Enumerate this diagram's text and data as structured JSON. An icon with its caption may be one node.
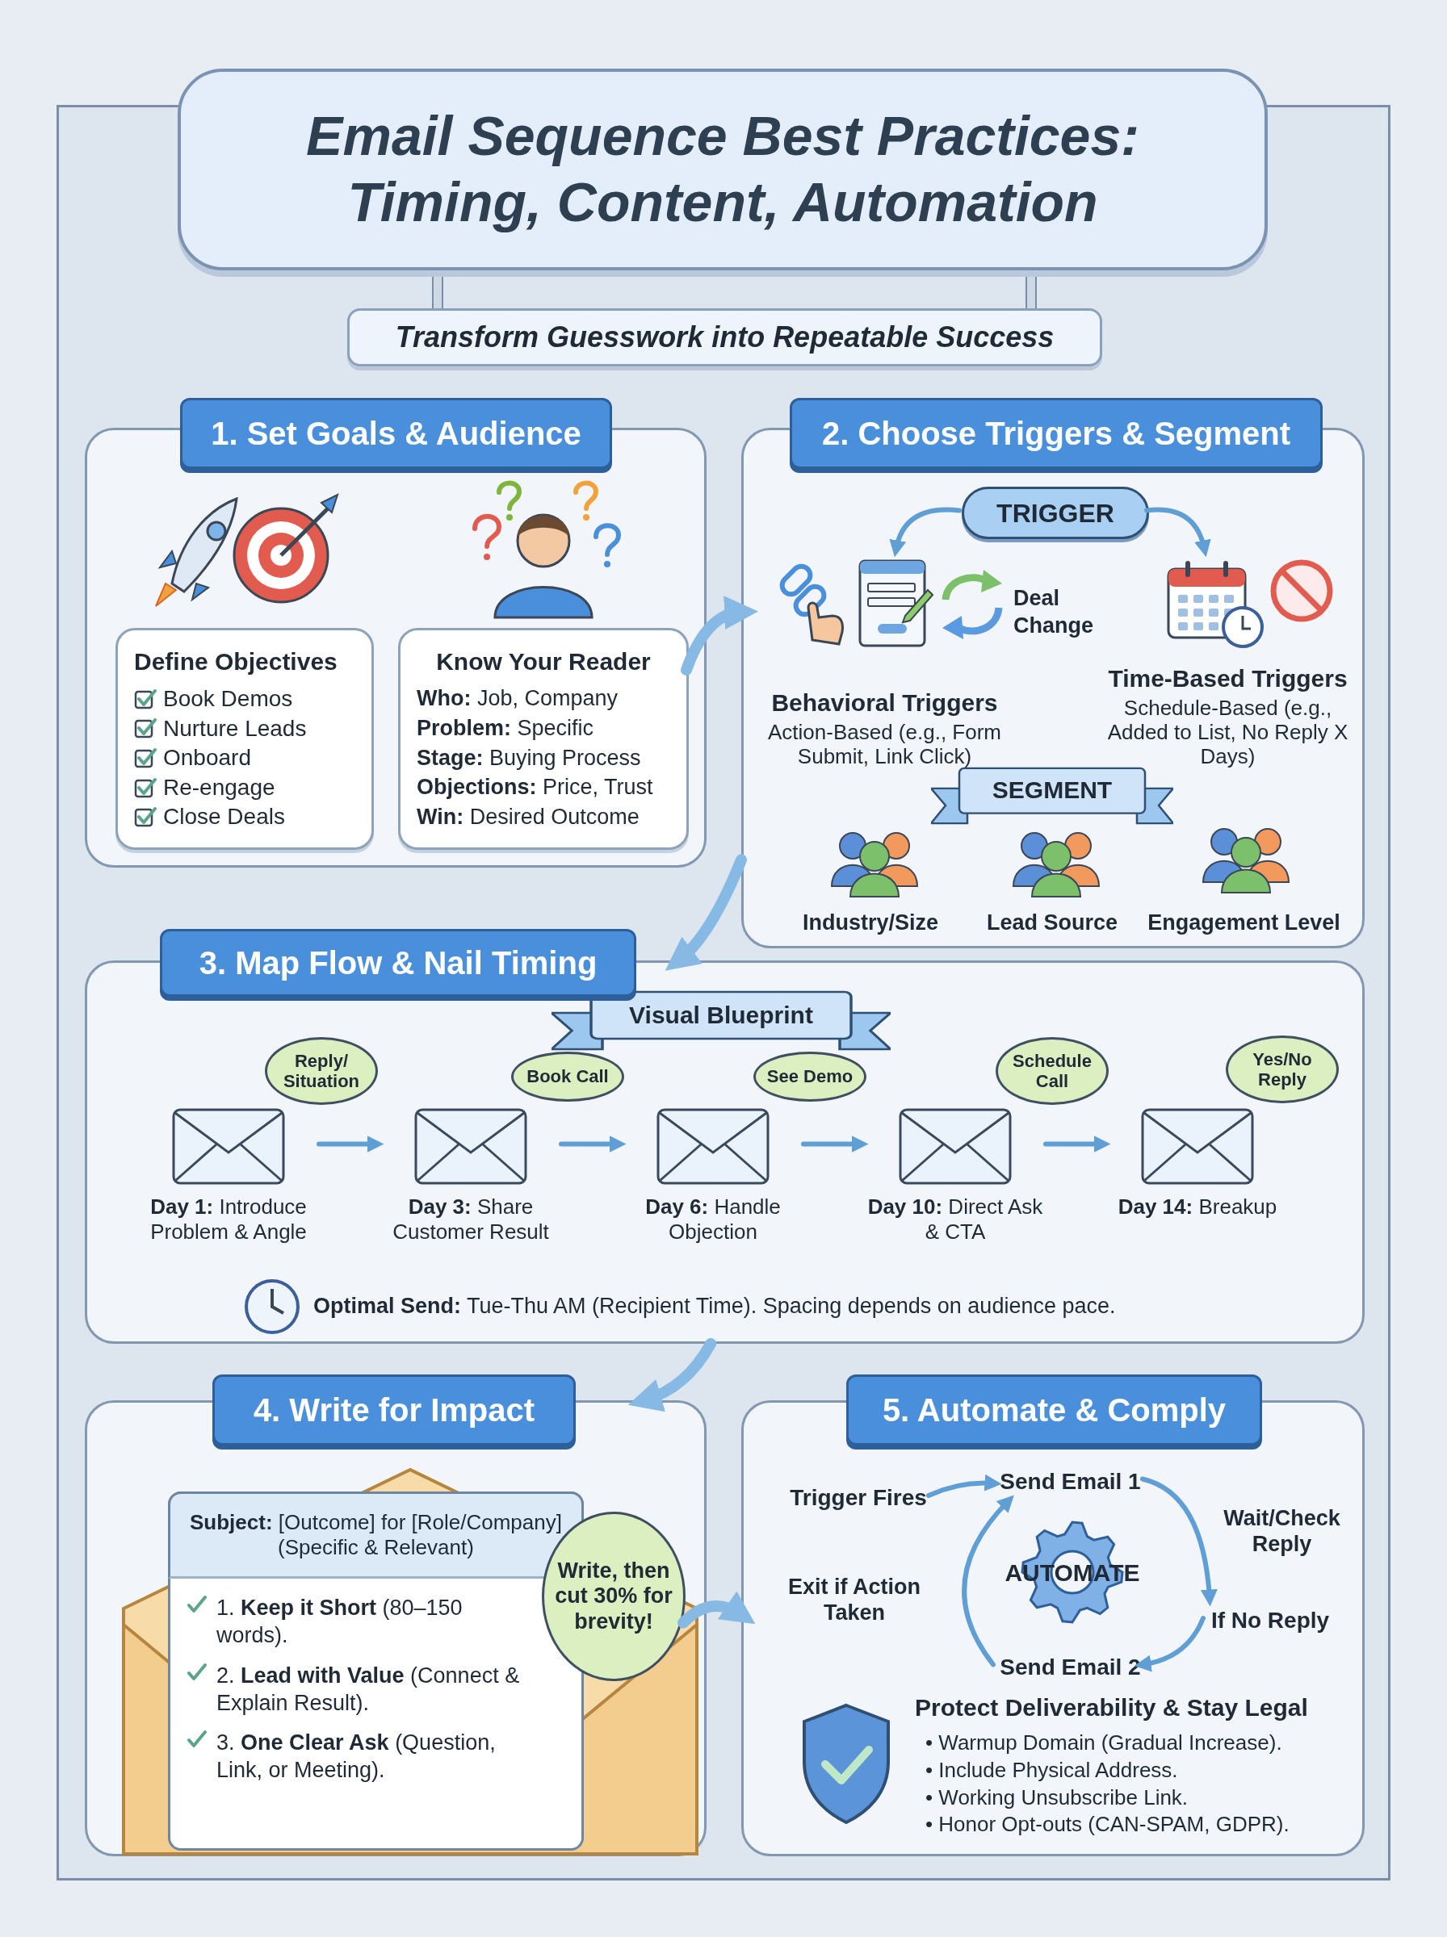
{
  "diagram": {
    "nodes": [
      {
        "text": [
          "Email Sequence Best Practices: Timing, Content, Automation"
        ]
      },
      {
        "text": [
          "Transform Guesswork into Repeatable Success"
        ]
      },
      {
        "text": [
          "1. Set Goals & Audience"
        ]
      },
      {
        "text": [
          "Define Objectives",
          "Book Demos",
          "Nurture Leads",
          "Onboard",
          "Re-engage",
          "Close Deals"
        ],
        "in": 2
      },
      {
        "text": [
          "Know Your Reader",
          "**Who:** Job, Company",
          "**Problem:** Specific",
          "**Stage:** Buying Process",
          "**Objections:** Price, Trust",
          "**Win:** Desired Outcome"
        ],
        "in": 2
      },
      {
        "text": [
          "2. Choose Triggers & Segment"
        ]
      },
      {
        "text": [
          "TRIGGER"
        ],
        "in": 5
      },
      {
        "text": [
          "Behavioral Triggers",
          "Action-Based (e.g., Form Submit, Link Click)"
        ],
        "in": 5
      },
      {
        "text": [
          "Time-Based Triggers",
          "Schedule-Based (e.g., Added to List, No Reply X Days)"
        ],
        "in": 5
      },
      {
        "text": [
          "SEGMENT"
        ],
        "in": 5
      },
      {
        "text": [
          "3. Map Flow & Nail Timing"
        ]
      },
      {
        "text": [
          "Visual Blueprint"
        ],
        "in": 10
      },
      {
        "text": [
          "**Day 1:** Introduce Problem & Angle"
        ],
        "in": 10
      },
      {
        "text": [
          "Reply/ Situation"
        ],
        "in": 10
      },
      {
        "text": [
          "**Day 3:** Share Customer Result"
        ],
        "in": 10
      },
      {
        "text": [
          "Book Call"
        ],
        "in": 10
      },
      {
        "text": [
          "**Day 6:** Handle Objection"
        ],
        "in": 10
      },
      {
        "text": [
          "See Demo"
        ],
        "in": 10
      },
      {
        "text": [
          "**Day 10:** Direct Ask & CTA"
        ],
        "in": 10
      },
      {
        "text": [
          "Schedule Call"
        ],
        "in": 10
      },
      {
        "text": [
          "**Day 14:** Breakup"
        ],
        "in": 10
      },
      {
        "text": [
          "Yes/No Reply"
        ],
        "in": 10
      },
      {
        "text": [
          "4. Write for Impact"
        ]
      },
      {
        "text": [
          "**Subject:** [Outcome] for [Role/Company] (Specific & Relevant)",
          "1. **Keep it Short** (80–150 words).",
          "2. **Lead with Value** (Connect & Explain Result).",
          "3. **One Clear Ask** (Question, Link, or Meeting)."
        ],
        "in": 22
      },
      {
        "text": [
          "Write, then cut 30% for brevity!"
        ],
        "in": 22
      },
      {
        "text": [
          "5. Automate & Comply"
        ]
      },
      {
        "text": [
          "Trigger Fires"
        ],
        "in": 25
      },
      {
        "text": [
          "Send Email 1"
        ],
        "in": 25
      },
      {
        "text": [
          "AUTOMATE"
        ],
        "in": 25
      },
      {
        "text": [
          "If No Reply"
        ],
        "in": 25
      },
      {
        "text": [
          "Send Email 2"
        ],
        "in": 25
      }
    ],
    "edges": [
      {
        "from": 4,
        "to": 5,
        "arrow": "to",
        "style": "thick"
      },
      {
        "from": 5,
        "to": 10,
        "arrow": "to",
        "style": "thick"
      },
      {
        "from": 10,
        "to": 22,
        "arrow": "to",
        "style": "thick"
      },
      {
        "from": 24,
        "to": 25,
        "arrow": "to",
        "style": "thick"
      },
      {
        "from": 6,
        "to": 7,
        "arrow": "to"
      },
      {
        "from": 6,
        "to": 8,
        "arrow": "to"
      },
      {
        "from": 12,
        "to": 14,
        "arrow": "to"
      },
      {
        "from": 14,
        "to": 16,
        "arrow": "to"
      },
      {
        "from": 16,
        "to": 18,
        "arrow": "to"
      },
      {
        "from": 18,
        "to": 20,
        "arrow": "to"
      },
      {
        "from": 26,
        "to": 27,
        "arrow": "to"
      },
      {
        "from": 27,
        "to": 29,
        "arrow": "to",
        "label": "Wait/Check Reply"
      },
      {
        "from": 29,
        "to": 30,
        "arrow": "to"
      },
      {
        "from": 30,
        "to": 27,
        "arrow": "to",
        "label": "Exit if Action Taken"
      }
    ],
    "labels": [
      "Deal Change",
      "Industry/Size",
      "Lead Source",
      "Engagement Level",
      "**Optimal Send:** Tue-Thu AM (Recipient Time). Spacing depends on audience pace.",
      "Protect Deliverability & Stay Legal",
      "• Warmup Domain (Gradual Increase).",
      "• Include Physical Address.",
      "• Working Unsubscribe Link.",
      "• Honor Opt-outs (CAN-SPAM, GDPR)."
    ]
  }
}
